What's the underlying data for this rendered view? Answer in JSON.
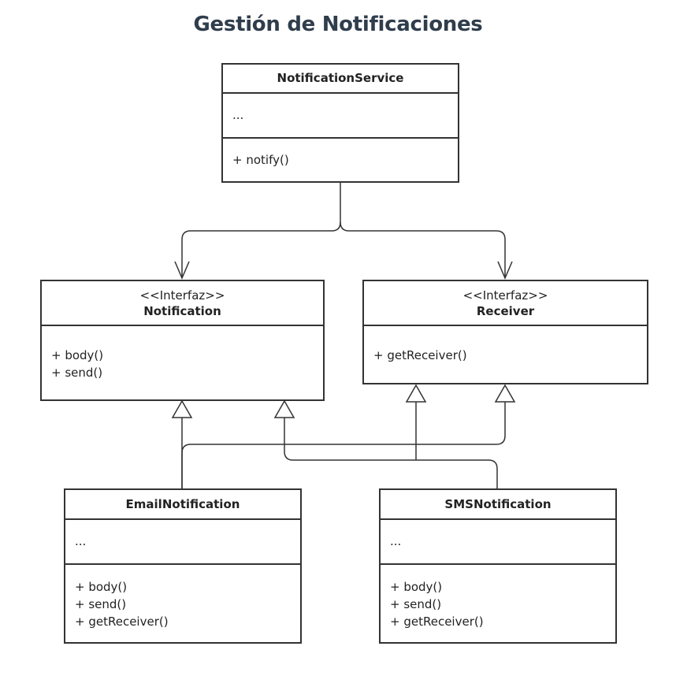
{
  "title": "Gestión de Notificaciones",
  "classes": {
    "notification_service": {
      "name": "NotificationService",
      "attributes": "...",
      "methods": [
        "+ notify()"
      ]
    },
    "notification": {
      "stereotype": "<<Interfaz>>",
      "name": "Notification",
      "methods": [
        "+ body()",
        "+ send()"
      ]
    },
    "receiver": {
      "stereotype": "<<Interfaz>>",
      "name": "Receiver",
      "methods": [
        "+ getReceiver()"
      ]
    },
    "email_notification": {
      "name": "EmailNotification",
      "attributes": "...",
      "methods": [
        "+ body()",
        "+ send()",
        "+ getReceiver()"
      ]
    },
    "sms_notification": {
      "name": "SMSNotification",
      "attributes": "...",
      "methods": [
        "+ body()",
        "+ send()",
        "+ getReceiver()"
      ]
    }
  },
  "relations": [
    {
      "from": "NotificationService",
      "to": "Notification",
      "kind": "association"
    },
    {
      "from": "NotificationService",
      "to": "Receiver",
      "kind": "association"
    },
    {
      "from": "EmailNotification",
      "to": "Notification",
      "kind": "realization"
    },
    {
      "from": "EmailNotification",
      "to": "Receiver",
      "kind": "realization"
    },
    {
      "from": "SMSNotification",
      "to": "Notification",
      "kind": "realization"
    },
    {
      "from": "SMSNotification",
      "to": "Receiver",
      "kind": "realization"
    }
  ],
  "colors": {
    "title": "#2f3d4c",
    "stroke": "#333333",
    "background": "#ffffff"
  }
}
